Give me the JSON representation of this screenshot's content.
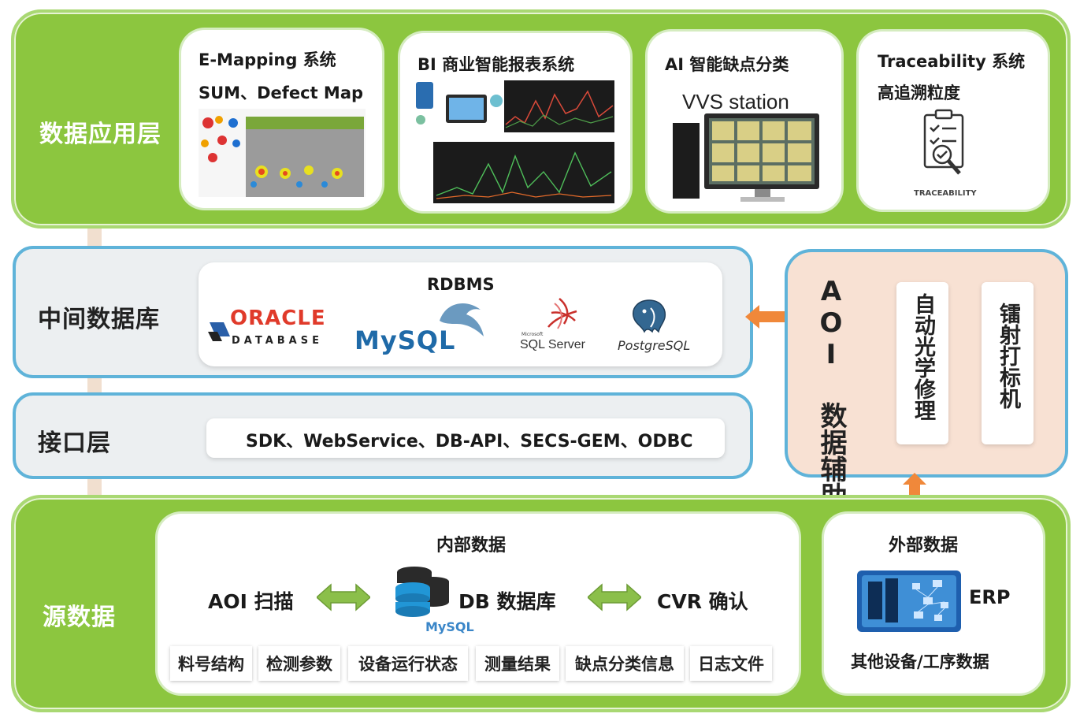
{
  "app_layer": {
    "title": "数据应用层",
    "cards": [
      {
        "title": "E-Mapping 系统",
        "subtitle": "SUM、Defect Map"
      },
      {
        "title": "BI 商业智能报表系统"
      },
      {
        "title": "AI 智能缺点分类",
        "subtitle": "VVS station"
      },
      {
        "title": "Traceability 系统",
        "subtitle": "高追溯粒度",
        "icon_label": "TRACEABILITY"
      }
    ]
  },
  "db_layer": {
    "title": "中间数据库",
    "panel_title": "RDBMS",
    "logos": {
      "oracle": "ORACLE",
      "oracle_sub": "DATABASE",
      "mysql": "MySQL",
      "sqlserver_small": "Microsoft",
      "sqlserver": "SQL Server",
      "postgres": "PostgreSQL"
    }
  },
  "interface_layer": {
    "title": "接口层",
    "protocols": "SDK、WebService、DB-API、SECS-GEM、ODBC"
  },
  "aoi_panel": {
    "title": "AOI 数据辅助",
    "items": [
      "自动光学修理",
      "镭射打标机"
    ]
  },
  "source_layer": {
    "title": "源数据",
    "internal": {
      "title": "内部数据",
      "aoi": "AOI 扫描",
      "db": "DB 数据库",
      "db_logo": "MySQL",
      "cvr": "CVR 确认",
      "chips": [
        "料号结构",
        "检测参数",
        "设备运行状态",
        "测量结果",
        "缺点分类信息",
        "日志文件"
      ]
    },
    "external": {
      "title": "外部数据",
      "erp": "ERP",
      "footer": "其他设备/工序数据"
    }
  },
  "colors": {
    "green": "#8cc63f",
    "blue_border": "#5fb3d9",
    "orange_arrow": "#f0883a",
    "double_arrow": "#8bbf4a"
  }
}
